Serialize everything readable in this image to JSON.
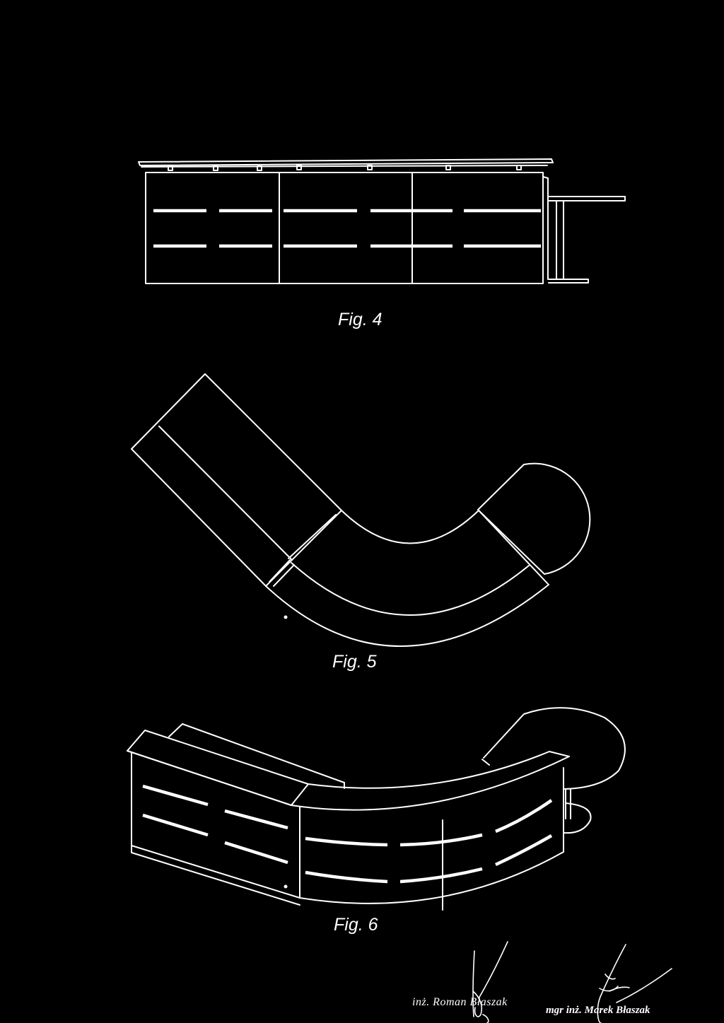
{
  "page": {
    "background": "#000000",
    "line_color": "#ffffff"
  },
  "figures": [
    {
      "id": "fig4",
      "caption": "Fig. 4",
      "view": "front elevation"
    },
    {
      "id": "fig5",
      "caption": "Fig. 5",
      "view": "top plan"
    },
    {
      "id": "fig6",
      "caption": "Fig. 6",
      "view": "perspective"
    }
  ],
  "signatures": [
    {
      "name": "inż. Roman Błaszak"
    },
    {
      "name": "mgr inż. Marek Błaszak"
    }
  ]
}
